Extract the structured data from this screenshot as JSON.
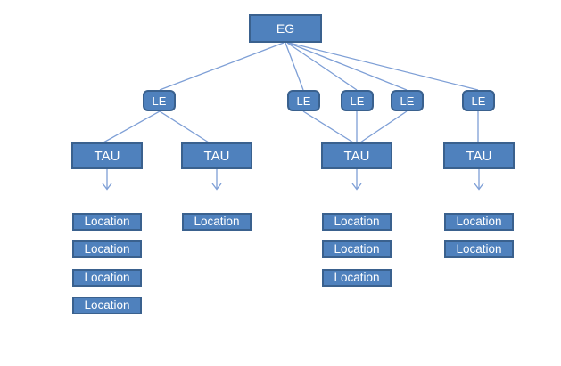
{
  "diagram": {
    "type": "hierarchy",
    "colors": {
      "node_fill": "#4f81bd",
      "node_border": "#3a618e",
      "connector": "#7e9fd6",
      "node_text": "#ffffff",
      "background": "#ffffff"
    },
    "root": {
      "label": "EG"
    },
    "le_nodes": [
      {
        "label": "LE"
      },
      {
        "label": "LE"
      },
      {
        "label": "LE"
      },
      {
        "label": "LE"
      },
      {
        "label": "LE"
      }
    ],
    "tau_nodes": [
      {
        "label": "TAU"
      },
      {
        "label": "TAU"
      },
      {
        "label": "TAU"
      },
      {
        "label": "TAU"
      }
    ],
    "location_columns": [
      {
        "labels": [
          "Location",
          "Location",
          "Location",
          "Location"
        ]
      },
      {
        "labels": [
          "Location"
        ]
      },
      {
        "labels": [
          "Location",
          "Location",
          "Location"
        ]
      },
      {
        "labels": [
          "Location",
          "Location"
        ]
      }
    ],
    "edges": [
      {
        "from": "EG",
        "to": "LE-1",
        "style": "line"
      },
      {
        "from": "EG",
        "to": "LE-2",
        "style": "line"
      },
      {
        "from": "EG",
        "to": "LE-3",
        "style": "line"
      },
      {
        "from": "EG",
        "to": "LE-4",
        "style": "line"
      },
      {
        "from": "EG",
        "to": "LE-5",
        "style": "line"
      },
      {
        "from": "LE-1",
        "to": "TAU-1",
        "style": "line"
      },
      {
        "from": "LE-1",
        "to": "TAU-2",
        "style": "line"
      },
      {
        "from": "LE-2",
        "to": "TAU-3",
        "style": "line"
      },
      {
        "from": "LE-3",
        "to": "TAU-3",
        "style": "line"
      },
      {
        "from": "LE-4",
        "to": "TAU-3",
        "style": "line"
      },
      {
        "from": "LE-5",
        "to": "TAU-4",
        "style": "line"
      },
      {
        "from": "TAU-1",
        "to": "location-column-1",
        "style": "arrow"
      },
      {
        "from": "TAU-2",
        "to": "location-column-2",
        "style": "arrow"
      },
      {
        "from": "TAU-3",
        "to": "location-column-3",
        "style": "arrow"
      },
      {
        "from": "TAU-4",
        "to": "location-column-4",
        "style": "arrow"
      }
    ]
  }
}
